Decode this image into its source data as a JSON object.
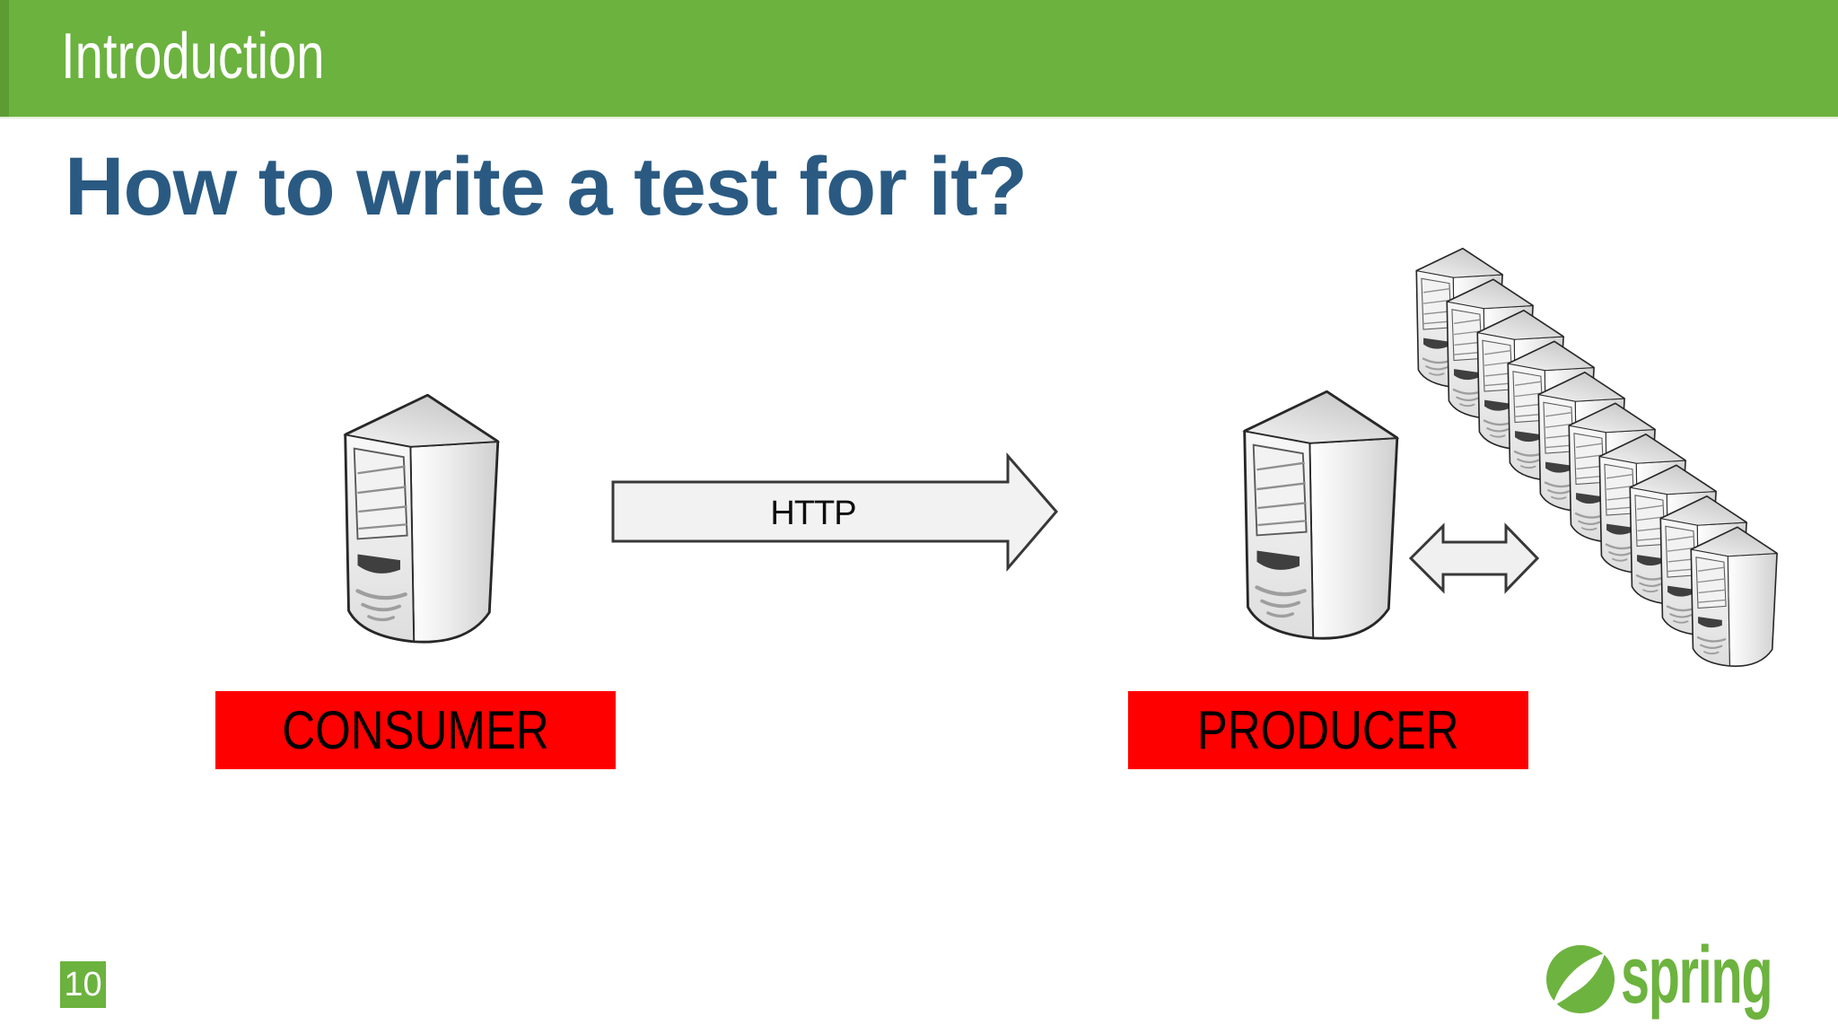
{
  "slide": {
    "header": {
      "title": "Introduction"
    },
    "heading": "How to write a test for it?",
    "diagram": {
      "http_arrow_label": "HTTP",
      "consumer_label": "CONSUMER",
      "producer_label": "PRODUCER",
      "stack_count": 10
    },
    "footer": {
      "page_number": "10",
      "brand": "spring"
    }
  },
  "colors": {
    "header_green": "#6bb23e",
    "logo_green": "#6db33f",
    "title_blue": "#2a5a82",
    "label_red": "#ff0000",
    "arrow_fill": "#f2f2f2",
    "outline_dark": "#1d1d1d"
  },
  "icons": {
    "server": "server-tower-icon",
    "http_arrow": "right-arrow-icon",
    "sync_arrow": "double-arrow-icon",
    "logo_leaf": "spring-leaf-icon"
  }
}
